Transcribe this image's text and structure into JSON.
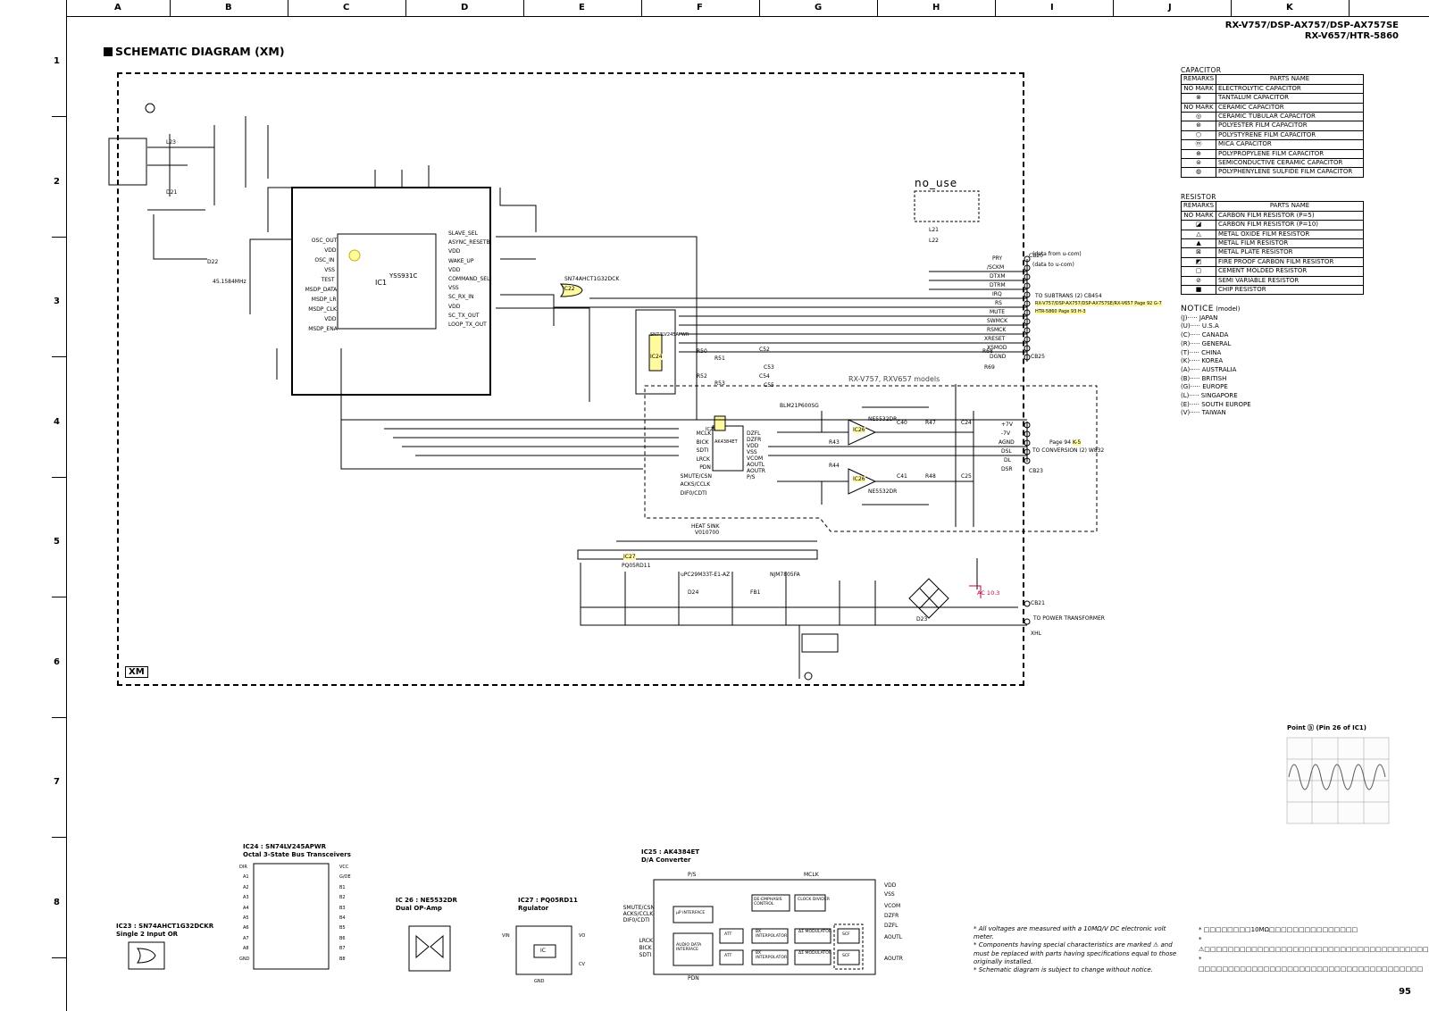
{
  "grid": {
    "columns": [
      "A",
      "B",
      "C",
      "D",
      "E",
      "F",
      "G",
      "H",
      "I",
      "J",
      "K"
    ],
    "rows": [
      "1",
      "2",
      "3",
      "4",
      "5",
      "6",
      "7",
      "8"
    ]
  },
  "header": {
    "model_line1": "RX-V757/DSP-AX757/DSP-AX757SE",
    "model_line2": "RX-V657/HTR-5860"
  },
  "title": "SCHEMATIC DIAGRAM (XM)",
  "board_tag": "XM",
  "capacitor_legend": {
    "heading": "CAPACITOR",
    "col_remarks": "REMARKS",
    "col_parts": "PARTS NAME",
    "rows": [
      {
        "remark": "NO MARK",
        "name": "ELECTROLYTIC CAPACITOR"
      },
      {
        "remark": "⊗",
        "name": "TANTALUM CAPACITOR"
      },
      {
        "remark": "NO MARK",
        "name": "CERAMIC CAPACITOR"
      },
      {
        "remark": "◎",
        "name": "CERAMIC TUBULAR CAPACITOR"
      },
      {
        "remark": "⊛",
        "name": "POLYESTER FILM CAPACITOR"
      },
      {
        "remark": "⬡",
        "name": "POLYSTYRENE FILM CAPACITOR"
      },
      {
        "remark": "ⓜ",
        "name": "MICA CAPACITOR"
      },
      {
        "remark": "⊕",
        "name": "POLYPROPYLENE FILM CAPACITOR"
      },
      {
        "remark": "⊜",
        "name": "SEMICONDUCTIVE CERAMIC CAPACITOR"
      },
      {
        "remark": "◍",
        "name": "POLYPHENYLENE SULFIDE FILM CAPACITOR"
      }
    ]
  },
  "resistor_legend": {
    "heading": "RESISTOR",
    "col_remarks": "REMARKS",
    "col_parts": "PARTS NAME",
    "rows": [
      {
        "remark": "NO MARK",
        "name": "CARBON FILM RESISTOR     (P=5)"
      },
      {
        "remark": "◪",
        "name": "CARBON FILM RESISTOR     (P=10)"
      },
      {
        "remark": "△",
        "name": "METAL OXIDE FILM RESISTOR"
      },
      {
        "remark": "▲",
        "name": "METAL FILM RESISTOR"
      },
      {
        "remark": "⊠",
        "name": "METAL PLATE RESISTOR"
      },
      {
        "remark": "◩",
        "name": "FIRE PROOF CARBON FILM RESISTOR"
      },
      {
        "remark": "▢",
        "name": "CEMENT MOLDED RESISTOR"
      },
      {
        "remark": "⊘",
        "name": "SEMI VARIABLE RESISTOR"
      },
      {
        "remark": "■",
        "name": "CHIP RESISTOR"
      }
    ]
  },
  "notice": {
    "heading": "NOTICE",
    "sub": "(model)",
    "items": [
      "(J)····· JAPAN",
      "(U)····· U.S.A",
      "(C)····· CANADA",
      "(R)····· GENERAL",
      "(T)····· CHINA",
      "(K)····· KOREA",
      "(A)····· AUSTRALIA",
      "(B)····· BRITISH",
      "(G)····· EUROPE",
      "(L)····· SINGAPORE",
      "(E)····· SOUTH EUROPE",
      "(V)····· TAIWAN"
    ]
  },
  "labels": {
    "no_use": "no_use",
    "models_region": "RX-V757, RXV657 models",
    "ic1": "IC1",
    "ic1_part": "YSS931C",
    "ic22": "IC22",
    "ic22_part": "SN74AHCT1G32DCK",
    "ic24": "IC24",
    "ic24_part": "SN74LV245APWR",
    "ic25": "IC25",
    "ic25_part": "AK4384ET",
    "ic26": "IC26",
    "ic26_part": "NE5532DR",
    "ic26b": "IC26",
    "ic27": "IC27",
    "ic27_part": "PQ05RD11",
    "ic28_part": "uPC29M33T-E1-AZ",
    "ic29_part": "NJM7805FA",
    "xtal": "45.1584MHz",
    "blm": "BLM21P600SG",
    "heatsink": "HEAT SINK",
    "heatsink2": "V010700",
    "to_subtrans": "TO SUBTRANS (2) CB454",
    "ref_page": "RX-V757/DSP-AX757/DSP-AX757SE/RX-V657 Page 92",
    "ref_grid": "G-7",
    "ref_page2": "HTR-5860 Page 93",
    "ref_grid2": "H-3",
    "to_conversion": "TO CONVERSION (2) W832",
    "page94": "Page 94",
    "page94_grid": "K-5",
    "to_power": "TO POWER TRANSFORMER",
    "ac": "AC 10.3",
    "data_from": "(data from u-com)",
    "data_to": "(data to u-com)",
    "cb20": "CB20",
    "cb23": "CB23",
    "cb21": "CB21",
    "cb25": "CB25",
    "xhl": "XHL",
    "point_label": "Point ⓑ (Pin 26 of IC1)"
  },
  "connector_pins": [
    "PRY",
    "/SCKM",
    "DTXM",
    "DTRM",
    "IRQ",
    "RS",
    "MUTE",
    "SWMCK",
    "RSMCK",
    "XRESET",
    "XSMOD",
    "DGND"
  ],
  "dac_pins": [
    "+7V",
    "-7V",
    "AGND",
    "DSL",
    "DL",
    "DSR"
  ],
  "ic1_left": [
    "OSC_OUT",
    "VDD",
    "OSC_IN",
    "VSS",
    "TEST",
    "MSDP_DATA",
    "MSDP_LR",
    "MSDP_CLK",
    "VDD",
    "MSDP_ENA"
  ],
  "ic1_right": [
    "SLAVE_SEL",
    "ASYNC_RESETB",
    "VDD",
    "WAKE_UP",
    "VDD",
    "COMMAND_SEL",
    "VSS",
    "SC_RX_IN",
    "VDD",
    "SC_TX_OUT",
    "LOOP_TX_OUT"
  ],
  "ic25_left": [
    "MCLK",
    "BICK",
    "SDTI",
    "LRCK",
    "PDN",
    "SMUTE/CSN",
    "ACKS/CCLK",
    "DIF0/CDTI"
  ],
  "ic25_right": [
    "DZFL",
    "DZFR",
    "VDD",
    "VSS",
    "VCOM",
    "AOUTL",
    "AOUTR",
    "P/S"
  ],
  "component_tags": [
    "R50",
    "R51",
    "R52",
    "R53",
    "C52",
    "C53",
    "C54",
    "C55",
    "R47",
    "R48",
    "C40",
    "C41",
    "R43",
    "R44",
    "C24",
    "C25",
    "R68",
    "R69",
    "L21",
    "L22",
    "L23",
    "D21",
    "D22",
    "D23",
    "D24",
    "FB1"
  ],
  "ic_details": {
    "ic23": {
      "title": "IC23 : SN74AHCT1G32DCKR",
      "subtitle": "Single 2 Input OR"
    },
    "ic24": {
      "title": "IC24 : SN74LV245APWR",
      "subtitle": "Octal 3-State Bus Transceivers",
      "left_pins": [
        "DIR",
        "A1",
        "A2",
        "A3",
        "A4",
        "A5",
        "A6",
        "A7",
        "A8",
        "GND"
      ],
      "right_pins": [
        "VCC",
        "G/OE",
        "B1",
        "B2",
        "B3",
        "B4",
        "B5",
        "B6",
        "B7",
        "B8"
      ]
    },
    "ic26": {
      "title": "IC 26 : NE5532DR",
      "subtitle": "Dual OP-Amp"
    },
    "ic27": {
      "title": "IC27 : PQ05RD11",
      "subtitle": "Rgulator",
      "pins": [
        "VIN",
        "VO",
        "GND",
        "CV"
      ],
      "box": "IC"
    },
    "ic25": {
      "title": "IC25 : AK4384ET",
      "subtitle": "D/A Converter",
      "top": [
        "P/S",
        "MCLK"
      ],
      "left": [
        "SMUTE/CSN",
        "ACKS/CCLK",
        "DIF0/CDTI",
        "LRCK",
        "BICK",
        "SDTI"
      ],
      "right": [
        "VDD",
        "VSS",
        "VCOM",
        "DZFR",
        "DZFL",
        "AOUTL",
        "AOUTR"
      ],
      "bottom": "PDN",
      "blocks": [
        "μP INTERFACE",
        "DE-EMPHASIS CONTROL",
        "CLOCK DIVIDER",
        "AUDIO DATA INTERFACE",
        "ATT",
        "ATT",
        "8X INTERPOLATOR",
        "8X INTERPOLATOR",
        "ΔΣ MODULATOR",
        "ΔΣ MODULATOR",
        "SCF",
        "SCF"
      ]
    }
  },
  "notes": [
    "* All voltages are measured with a 10MΩ/V DC electronic volt meter.",
    "* Components having special characteristics are marked ⚠ and must be replaced with parts having specifications equal to those originally installed.",
    "* Schematic diagram is subject to change without notice."
  ],
  "jp_notes": [
    "* □□□□□□□□10MΩ□□□□□□□□□□□□□□□",
    "* ⚠□□□□□□□□□□□□□□□□□□□□□□□□□□□□□□□□□□□□□□□□□",
    "* □□□□□□□□□□□□□□□□□□□□□□□□□□□□□□□□□□□□□□"
  ],
  "page_number": "95"
}
